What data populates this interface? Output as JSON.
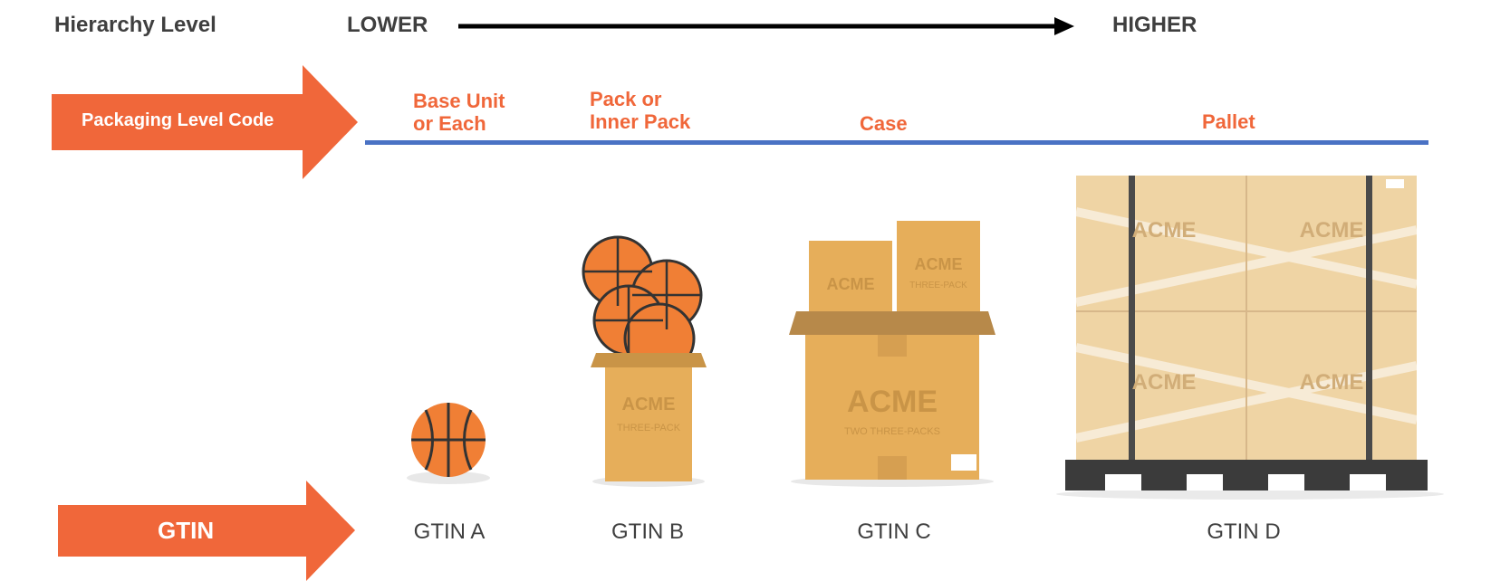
{
  "header": {
    "title": "Hierarchy Level",
    "lower": "LOWER",
    "higher": "HIGHER"
  },
  "packaging_arrow": {
    "label": "Packaging Level Code"
  },
  "gtin_arrow": {
    "label": "GTIN"
  },
  "levels": [
    {
      "label_line1": "Base Unit",
      "label_line2": "or Each",
      "gtin": "GTIN A"
    },
    {
      "label_line1": "Pack or",
      "label_line2": "Inner Pack",
      "gtin": "GTIN B"
    },
    {
      "label_line1": "Case",
      "label_line2": "",
      "gtin": "GTIN C"
    },
    {
      "label_line1": "Pallet",
      "label_line2": "",
      "gtin": "GTIN D"
    }
  ],
  "box_brand": "ACME",
  "box_three_pack": "THREE-PACK",
  "box_two_three": "TWO THREE-PACKS",
  "colors": {
    "accent": "#f0673a",
    "divider": "#4a72c4",
    "text": "#3f3f3f",
    "box": "#e6ae5a",
    "pallet": "#3b3b3b"
  }
}
